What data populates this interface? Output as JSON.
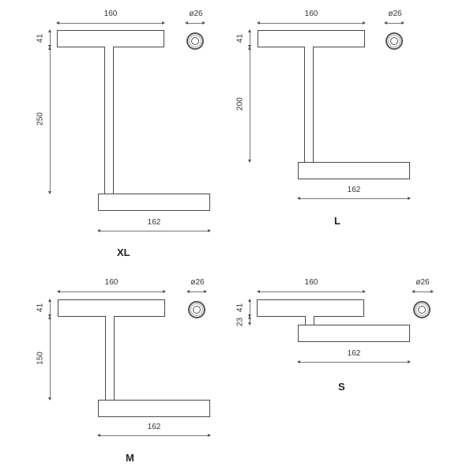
{
  "drawings": [
    {
      "variant": "XL",
      "top_width": "160",
      "top_height": "41",
      "stem_height": "250",
      "bottom_width": "162",
      "diameter": "ø26"
    },
    {
      "variant": "L",
      "top_width": "160",
      "top_height": "41",
      "stem_height": "200",
      "bottom_width": "162",
      "diameter": "ø26"
    },
    {
      "variant": "M",
      "top_width": "160",
      "top_height": "41",
      "stem_height": "150",
      "bottom_width": "162",
      "diameter": "ø26"
    },
    {
      "variant": "S",
      "top_width": "160",
      "top_height": "41",
      "stem_height": "23",
      "bottom_width": "162",
      "diameter": "ø26"
    }
  ],
  "colors": {
    "line": "#4a4a4a",
    "dimension": "#777777",
    "background": "#ffffff"
  }
}
